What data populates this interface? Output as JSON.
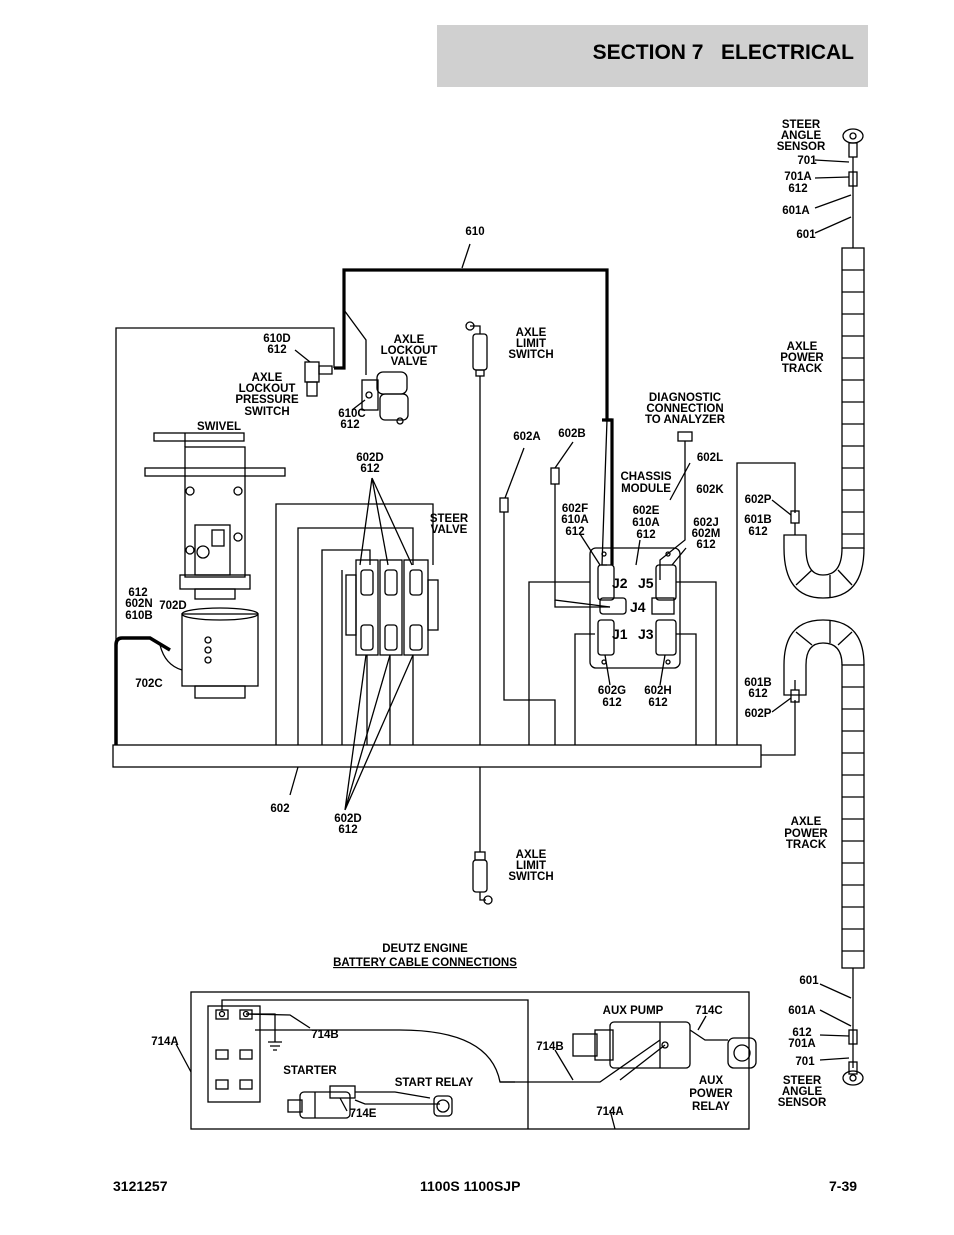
{
  "header": {
    "section": "SECTION 7",
    "title": "ELECTRICAL"
  },
  "footer": {
    "doc_number": "3121257",
    "model": "1100S 1100SJP",
    "page": "7-39"
  },
  "colors": {
    "header_bg": "#d0d0d0",
    "line": "#000000",
    "background": "#ffffff"
  },
  "labels": {
    "steer_angle_sensor_top": [
      "STEER",
      "ANGLE",
      "SENSOR"
    ],
    "w701_top": "701",
    "w701a_top": "701A",
    "w612_top": "612",
    "w601a_top": "601A",
    "w601_top": "601",
    "w610": "610",
    "w610d": "610D",
    "w612_610d": "612",
    "axle_lockout_pressure_switch": [
      "AXLE",
      "LOCKOUT",
      "PRESSURE",
      "SWITCH"
    ],
    "axle_lockout_valve": [
      "AXLE",
      "LOCKOUT",
      "VALVE"
    ],
    "w610c": "610C",
    "w612_610c": "612",
    "axle_limit_switch_top": [
      "AXLE",
      "LIMIT",
      "SWITCH"
    ],
    "axle_power_track_top": [
      "AXLE",
      "POWER",
      "TRACK"
    ],
    "diagnostic_connection": [
      "DIAGNOSTIC",
      "CONNECTION",
      "TO ANALYZER"
    ],
    "swivel": "SWIVEL",
    "w602a": "602A",
    "w602b": "602B",
    "w602l": "602L",
    "w602d_top": "602D",
    "w612_602d_top": "612",
    "chassis_module": [
      "CHASSIS",
      "MODULE"
    ],
    "w602k": "602K",
    "w602p_top": "602P",
    "w601b_top": "601B",
    "w612_601b_top": "612",
    "steer_valve": [
      "STEER",
      "VALVE"
    ],
    "w602f": [
      "602F",
      "610A",
      "612"
    ],
    "w602e": [
      "602E",
      "610A",
      "612"
    ],
    "w602j": [
      "602J",
      "602M",
      "612"
    ],
    "w612_swivel": "612",
    "w602n": "602N",
    "w610b": "610B",
    "w702d": "702D",
    "w702c": "702C",
    "j2": "J2",
    "j5": "J5",
    "j4": "J4",
    "j1": "J1",
    "j3": "J3",
    "w601b_bottom": "601B",
    "w612_601b_bottom": "612",
    "w602g": [
      "602G",
      "612"
    ],
    "w602h": [
      "602H",
      "612"
    ],
    "w602p_bottom": "602P",
    "w602": "602",
    "w602d_bottom": "602D",
    "w612_602d_bottom": "612",
    "axle_power_track_bottom": [
      "AXLE",
      "POWER",
      "TRACK"
    ],
    "axle_limit_switch_bottom": [
      "AXLE",
      "LIMIT",
      "SWITCH"
    ],
    "deutz_title_1": "DEUTZ ENGINE",
    "deutz_title_2": "BATTERY CABLE CONNECTIONS",
    "w601_bottom": "601",
    "w601a_bottom": "601A",
    "aux_pump": "AUX PUMP",
    "w714c": "714C",
    "w612_bottom": "612",
    "w701a_bottom": "701A",
    "w714a_left": "714A",
    "w714b_left": "714B",
    "w714b_right": "714B",
    "w701_bottom": "701",
    "starter": "STARTER",
    "aux_power_relay": [
      "AUX",
      "POWER",
      "RELAY"
    ],
    "steer_angle_sensor_bottom": [
      "STEER",
      "ANGLE",
      "SENSOR"
    ],
    "start_relay": "START RELAY",
    "w714e": "714E",
    "w714a_bottom": "714A"
  }
}
